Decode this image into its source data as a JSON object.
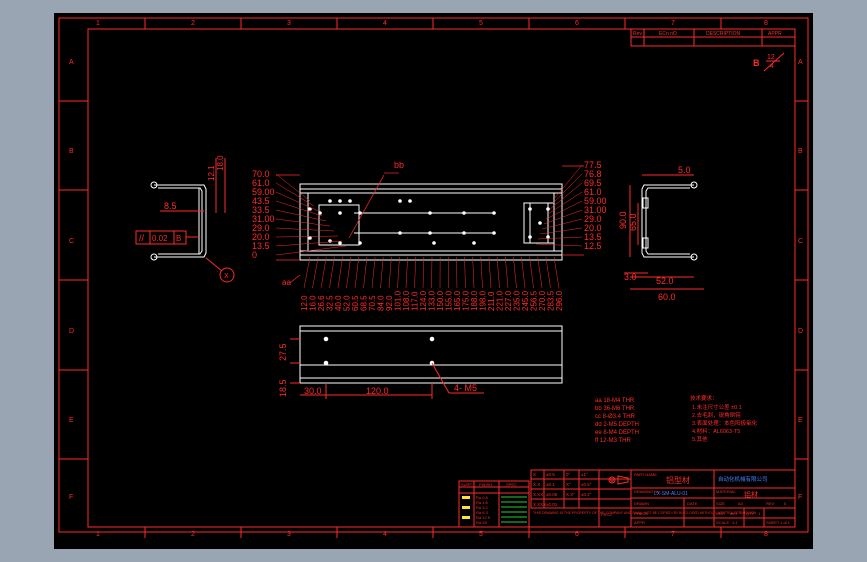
{
  "border": {
    "columns": [
      "1",
      "2",
      "3",
      "4",
      "5",
      "6",
      "7",
      "8"
    ],
    "rows": [
      "A",
      "B",
      "C",
      "D",
      "E",
      "F"
    ]
  },
  "revision_table": {
    "headers": [
      "Rev",
      "ECn nO",
      "DESCRIPTION",
      "APPR"
    ]
  },
  "section_marker": {
    "letter": "B",
    "fraction": "12",
    "num": "4"
  },
  "left_view": {
    "dim_85": "8.5",
    "dim_121": "12.1",
    "dim_180": "18.0",
    "tolerance": "0.02",
    "datum": "B",
    "balloon": "X"
  },
  "front_view": {
    "label_bb": "bb",
    "label_aa": "aa",
    "left_dims": [
      "70.0",
      "61.0",
      "59.00",
      "43.5",
      "33.5",
      "31.00",
      "29.0",
      "20.0",
      "13.5",
      "0"
    ],
    "right_dims": [
      "77.5",
      "76.8",
      "69.5",
      "61.0",
      "59.00",
      "31.00",
      "29.0",
      "20.0",
      "13.5",
      "12.5"
    ],
    "bottom_dims": [
      "12.0",
      "16.0",
      "26.6",
      "32.5",
      "40.0",
      "52.0",
      "60.5",
      "68.5",
      "70.5",
      "84.0",
      "92.0",
      "101.0",
      "108.0",
      "117.0",
      "124.0",
      "133.0",
      "150.0",
      "155.0",
      "165.0",
      "175.0",
      "188.0",
      "198.0",
      "211.0",
      "221.0",
      "227.0",
      "235.0",
      "245.0",
      "256.5",
      "270.0",
      "283.5",
      "296.0"
    ]
  },
  "right_view": {
    "dim_top": "5.0",
    "dim_90": "90.0",
    "dim_65": "65.0",
    "dim_30": "3.0",
    "dim_520": "52.0",
    "dim_600": "60.0"
  },
  "bottom_view": {
    "dim_275": "27.5",
    "dim_185": "18.5",
    "dim_300": "30.0",
    "dim_1200": "120.0",
    "callout": "4- M5"
  },
  "hole_notes": [
    "aa 18-M4 THR",
    "bb 36-M6 THR",
    "cc 8-Ø3.4 THR",
    "dd 2-M5 DEPTH",
    "ee 8-M4 DEPTH",
    "ff 12-M3 THR"
  ],
  "tech_notes": [
    "技术要求：",
    "1.未注尺寸公差 ±0.1",
    "2.去毛刺，锐角倒钝",
    "3.表面处理：本色阳极氧化",
    "4.材料：AL6063-T5",
    "5.其他"
  ],
  "title_block": {
    "part_name": "铝型材",
    "part_name_label": "PART NAME",
    "drawing_no_label": "DRAWING No",
    "drawing_no": "LX-SM-ALU-01",
    "company": "自动化机械有限公司",
    "material_label": "MATERIAL",
    "material": "铝材",
    "scale_label": "SCALE",
    "scale": "1:1",
    "sheet_label": "SHEET",
    "sheet": "1 of 1",
    "size_label": "SIZE",
    "size": "A3",
    "rev_label": "REV",
    "rev": "0",
    "drawn_label": "DRAWN",
    "checked_label": "CHECK",
    "approved_label": "APPR",
    "date_label": "DATE",
    "unit_label": "UNIT",
    "unit": "mm",
    "qty_label": "QTY",
    "qty": "1",
    "projection_label": "PROJ"
  },
  "tolerance_table": {
    "rows": [
      [
        "X",
        "±0.5",
        "0°",
        "±1°"
      ],
      [
        "X.X",
        "±0.1",
        "X°",
        "±0.5°"
      ],
      [
        "X.XX",
        "±0.05",
        "X.X°",
        "±0.2°"
      ],
      [
        "X.XXX",
        "±0.01",
        "",
        ""
      ]
    ]
  },
  "stamp_table": {
    "header": [
      "SURF",
      "FINISH",
      "SPEC"
    ],
    "lines": [
      "Ra 0.8",
      "Ra 1.6",
      "Ra 3.2",
      "Ra 6.3",
      "Ra 12.5",
      "Ra 25"
    ]
  },
  "disclaimer": "THIS DRAWING IS THE PROPERTY OF THE COMPANY AND SHALL NOT BE COPIED OR DISCLOSED WITHOUT WRITTEN PERMISSION"
}
